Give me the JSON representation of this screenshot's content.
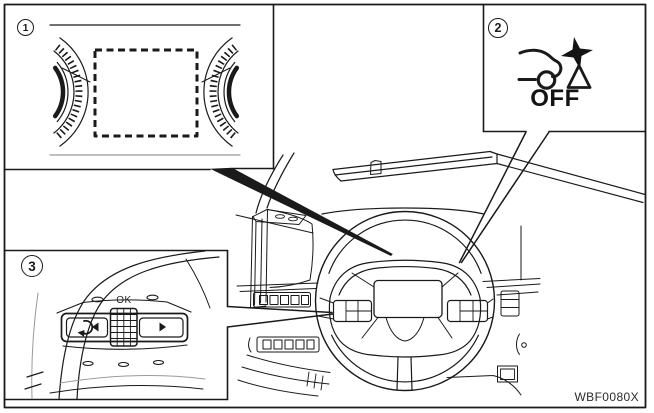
{
  "figure": {
    "background": "#ffffff",
    "ink_color": "#1a1a1a",
    "subtle_color": "#9a9a9a",
    "code": "WBF0080X",
    "description": "owner-manual-dashboard-callout-diagram"
  },
  "callout_1": {
    "number": "1",
    "subject": "instrument-cluster-information-display",
    "icons": [
      "left-gauge-arc-icon",
      "right-gauge-arc-icon",
      "dashed-display-outline"
    ]
  },
  "callout_2": {
    "number": "2",
    "subject": "forward-emergency-braking-off-indicator",
    "icon": "collision-warning-off-icon",
    "label": "OFF"
  },
  "callout_3": {
    "number": "3",
    "subject": "steering-wheel-display-switches",
    "ok_label": "OK",
    "icons": [
      "back-arrow-icon",
      "left-triangle-icon",
      "scroll-dial-icon",
      "right-triangle-icon"
    ]
  },
  "main_drawing": {
    "subject": "dashboard-and-steering-wheel-line-art"
  }
}
